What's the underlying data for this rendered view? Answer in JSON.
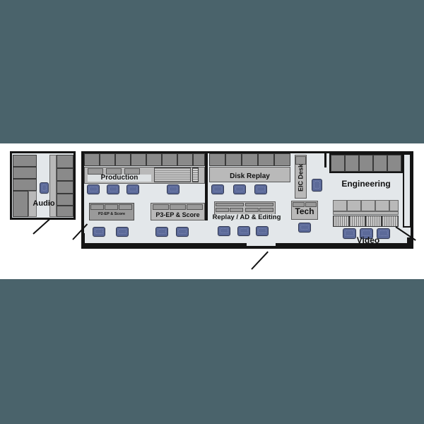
{
  "image": {
    "kind": "architectural-floor-plan",
    "background_color": "#4a636b",
    "band_color": "#ffffff",
    "floor_color": "#e3e7ea",
    "wall_color": "#141414",
    "casework_color": "#8a8a8a",
    "desk_color": "#b9b9b9",
    "chair_color": "#5c6a99"
  },
  "rooms": [
    {
      "id": "audio",
      "label": "Audio"
    },
    {
      "id": "control",
      "label": ""
    },
    {
      "id": "engineering",
      "label": "Engineering"
    }
  ],
  "labels": {
    "audio": "Audio",
    "production": "Production",
    "p2": "P2-EP & Score",
    "p3": "P3-EP & Score",
    "disk_replay": "Disk Replay",
    "replay_ad_editing": "Replay / AD & Editing",
    "eic_desk": "EIC Desk",
    "tech": "Tech",
    "engineering": "Engineering",
    "video": "Video"
  },
  "workstations": [
    {
      "name": "Production",
      "seats": 4
    },
    {
      "name": "P2-EP & Score",
      "seats": 2
    },
    {
      "name": "P3-EP & Score",
      "seats": 2
    },
    {
      "name": "Disk Replay",
      "seats": 3
    },
    {
      "name": "Replay / AD & Editing",
      "seats": 3
    },
    {
      "name": "EIC Desk",
      "seats": 1
    },
    {
      "name": "Tech",
      "seats": 1
    },
    {
      "name": "Video",
      "seats": 3
    },
    {
      "name": "Audio",
      "seats": 1
    }
  ],
  "counts": {
    "rooms": 3,
    "labeled_workstations": 9,
    "chairs": 20,
    "doors": 4
  }
}
